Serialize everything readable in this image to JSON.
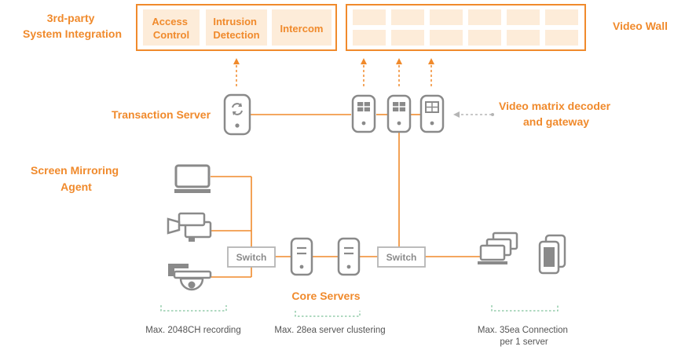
{
  "labels": {
    "third_party": [
      "3rd-party",
      "System Integration"
    ],
    "video_wall": "Video Wall",
    "transaction_server": "Transaction Server",
    "video_matrix": [
      "Video matrix decoder",
      "and gateway"
    ],
    "screen_mirroring": [
      "Screen Mirroring",
      "Agent"
    ],
    "core_servers": "Core Servers"
  },
  "integration_boxes": [
    [
      "Access",
      "Control"
    ],
    [
      "Intrusion",
      "Detection"
    ],
    [
      "Intercom"
    ]
  ],
  "switches": [
    "Switch",
    "Switch"
  ],
  "notes": {
    "recording": [
      "Max. 2048CH recording"
    ],
    "clustering": [
      "Max. 28ea server clustering"
    ],
    "connection": [
      "Max. 35ea Connection",
      "per 1 server"
    ]
  },
  "colors": {
    "accent": "#f08a2c",
    "device": "#8a8a8a",
    "wall_panel": "#fdecd9",
    "dashed_green": "#7fc29b"
  },
  "icons": {
    "transaction_server": "transaction-server-icon",
    "decoders": [
      "decoder-server-icon",
      "decoder-server-icon",
      "gateway-icon"
    ],
    "monitor": "monitor-icon",
    "camera": "camera-icon",
    "dome_camera": "dome-camera-icon",
    "core_server": "server-icon",
    "clients": [
      "client-monitors-icon",
      "mobile-devices-icon"
    ]
  }
}
